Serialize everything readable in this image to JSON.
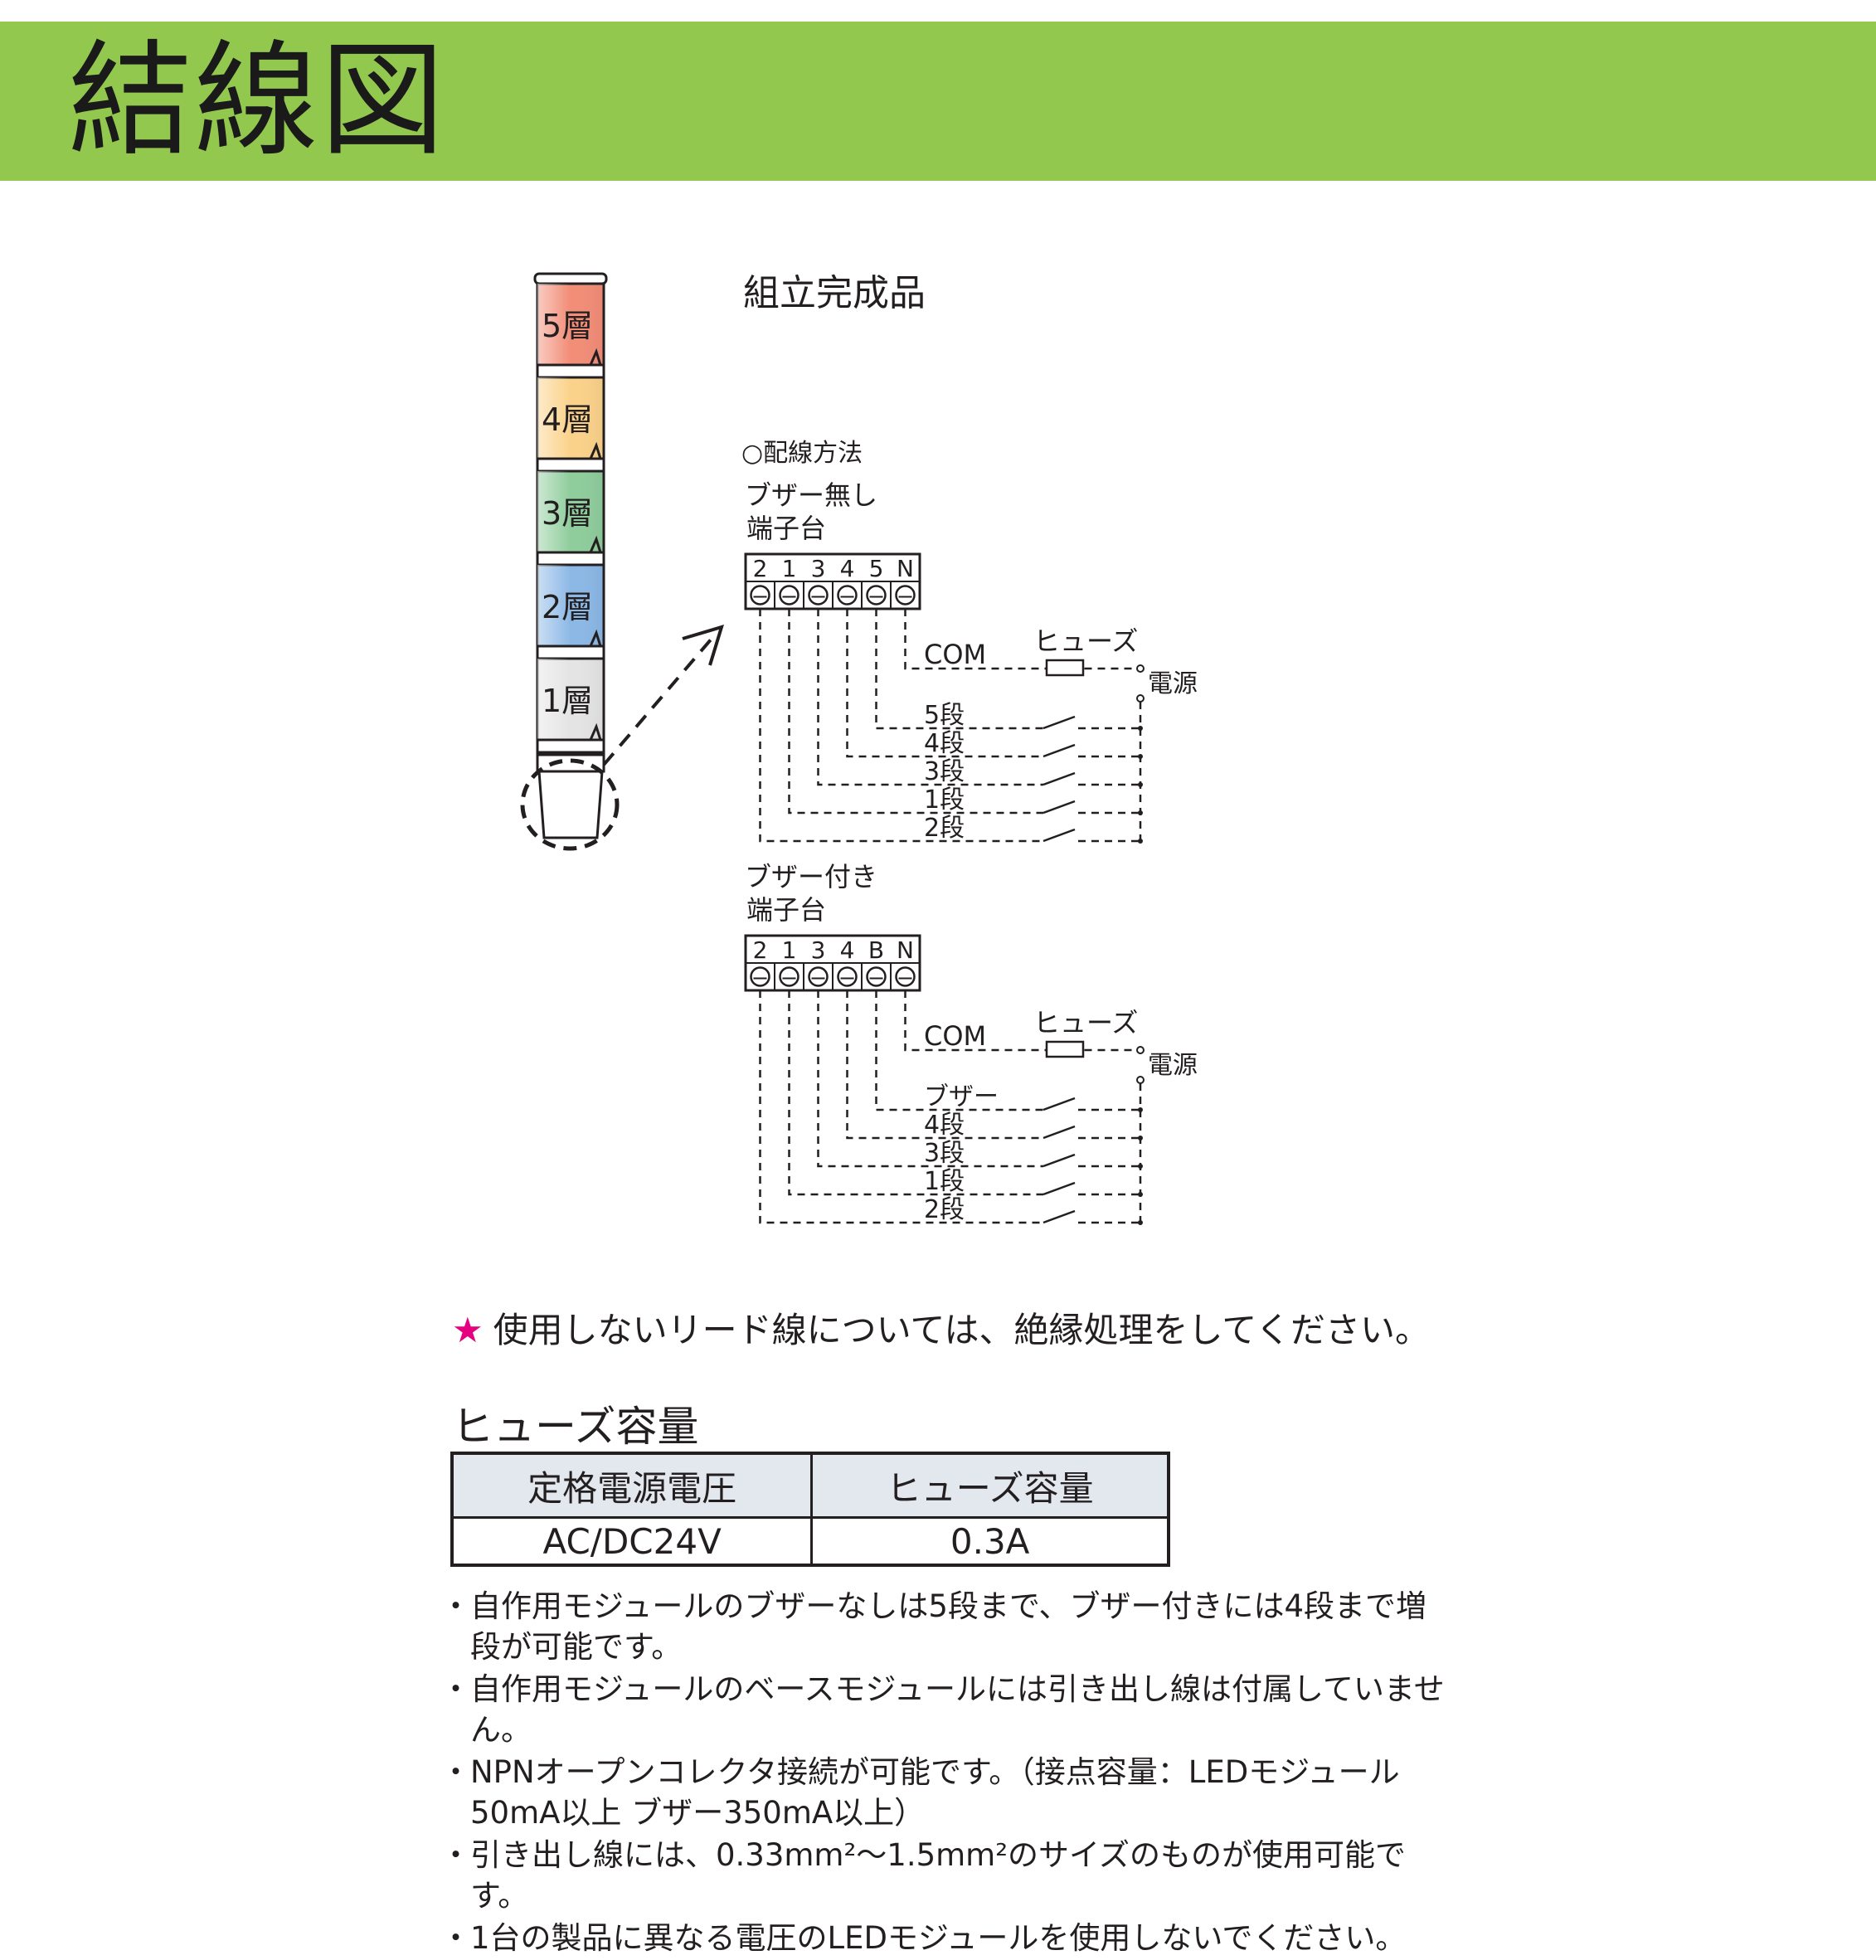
{
  "header": {
    "title": "結線図"
  },
  "assembly": {
    "title": "組立完成品",
    "layers": [
      {
        "label": "5層",
        "color": "#f28d77"
      },
      {
        "label": "4層",
        "color": "#fbd28a"
      },
      {
        "label": "3層",
        "color": "#8fcd9c"
      },
      {
        "label": "2層",
        "color": "#8cb8e6"
      },
      {
        "label": "1層",
        "color": "#e4e4e4"
      }
    ]
  },
  "wiring": {
    "method_title": "○配線方法",
    "no_buzzer": {
      "title": "ブザー無し",
      "subtitle": "端子台",
      "terminals": [
        "2",
        "1",
        "3",
        "4",
        "5",
        "N"
      ],
      "com_label": "COM",
      "fuse_label": "ヒューズ",
      "power_label": "電源",
      "lines": [
        "5段",
        "4段",
        "3段",
        "1段",
        "2段"
      ]
    },
    "with_buzzer": {
      "title": "ブザー付き",
      "subtitle": "端子台",
      "terminals": [
        "2",
        "1",
        "3",
        "4",
        "B",
        "N"
      ],
      "com_label": "COM",
      "fuse_label": "ヒューズ",
      "power_label": "電源",
      "lines": [
        "ブザー",
        "4段",
        "3段",
        "1段",
        "2段"
      ]
    }
  },
  "note": {
    "star": "★",
    "text": "使用しないリード線については、絶縁処理をしてください。"
  },
  "fuse_table": {
    "heading": "ヒューズ容量",
    "columns": [
      "定格電源電圧",
      "ヒューズ容量"
    ],
    "rows": [
      [
        "AC/DC24V",
        "0.3A"
      ]
    ]
  },
  "notes": [
    "自作用モジュールのブザーなしは5段まで、ブザー付きには4段まで増段が可能です。",
    "自作用モジュールのベースモジュールには引き出し線は付属していません。",
    "NPNオープンコレクタ接続が可能です。（接点容量：LEDモジュール 50mA以上 ブザー350mA以上）",
    "引き出し線には、0.33mm²～1.5mm²のサイズのものが使用可能です。",
    "1台の製品に異なる電圧のLEDモジュールを使用しないでください。"
  ]
}
